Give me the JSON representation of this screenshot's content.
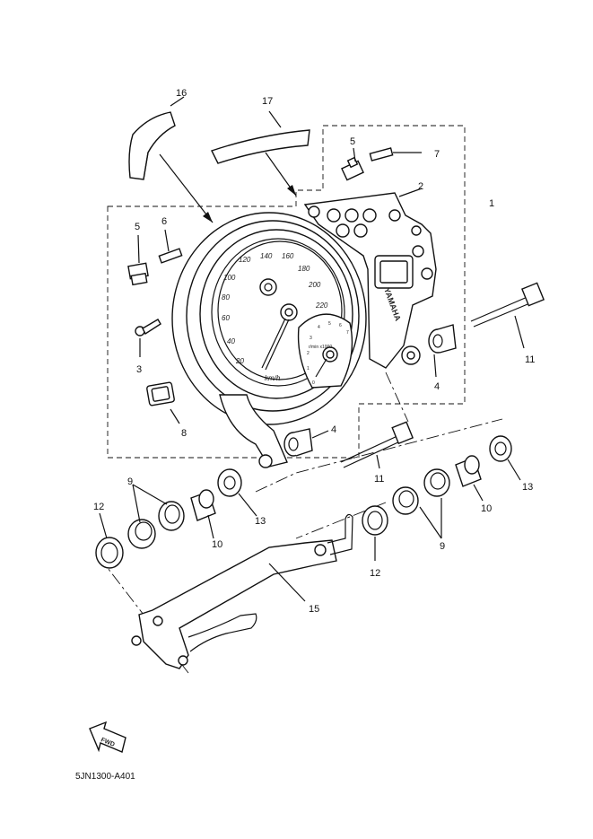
{
  "diagram": {
    "code": "5JN1300-A401",
    "fwd_label": "FWD",
    "brand_label": "YAMAHA",
    "speedo_unit": "km/h",
    "tacho_unit": "r/min x1000",
    "speedo_ticks": [
      "20",
      "40",
      "60",
      "80",
      "100",
      "120",
      "140",
      "160",
      "180",
      "200",
      "220"
    ],
    "tacho_ticks": [
      "0",
      "1",
      "2",
      "3",
      "4",
      "5",
      "6",
      "7"
    ],
    "callouts": {
      "c1": "1",
      "c2": "2",
      "c3": "3",
      "c4a": "4",
      "c4b": "4",
      "c5a": "5",
      "c5b": "5",
      "c6": "6",
      "c7": "7",
      "c8": "8",
      "c9a": "9",
      "c9b": "9",
      "c10a": "10",
      "c10b": "10",
      "c11a": "11",
      "c11b": "11",
      "c12a": "12",
      "c12b": "12",
      "c13a": "13",
      "c13b": "13",
      "c15": "15",
      "c16": "16",
      "c17": "17"
    }
  }
}
